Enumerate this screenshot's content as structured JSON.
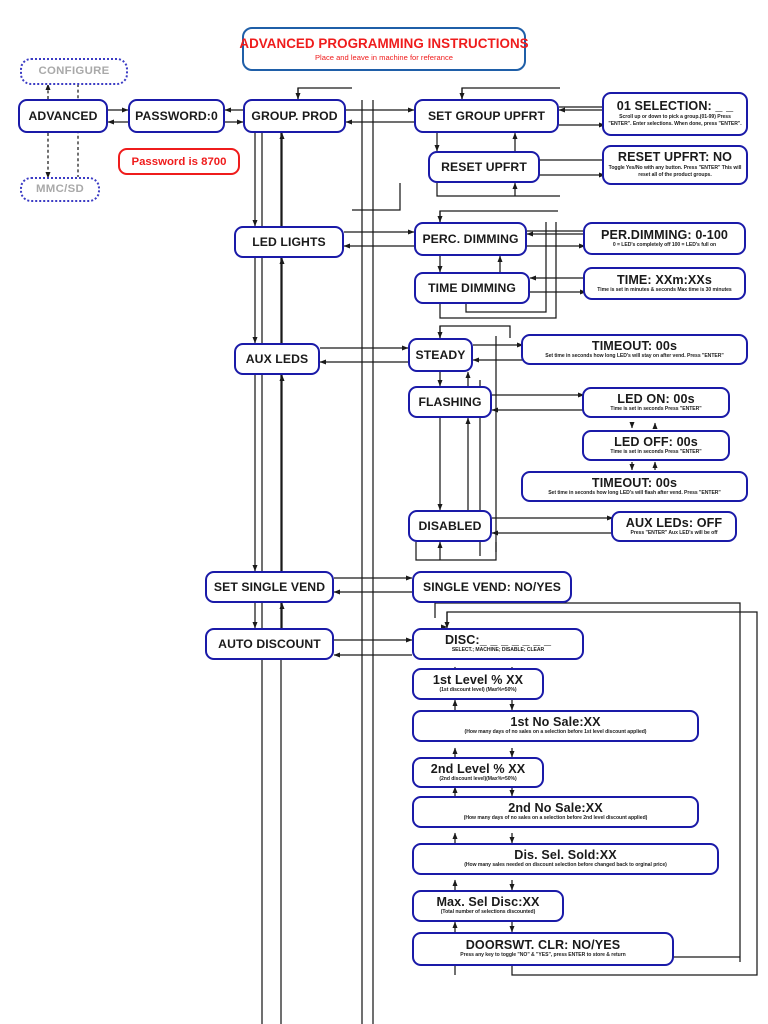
{
  "title": {
    "line1": "ADVANCED PROGRAMMING INSTRUCTIONS",
    "line2": "Place and leave in machine for referance"
  },
  "note": {
    "text": "Password is 8700"
  },
  "ghost_nodes": [
    {
      "id": "configure",
      "label": "CONFIGURE"
    },
    {
      "id": "mmcsd",
      "label": "MMC/SD"
    }
  ],
  "main_nodes": [
    {
      "id": "advanced",
      "label": "ADVANCED"
    },
    {
      "id": "password",
      "label": "PASSWORD:0"
    },
    {
      "id": "group_prod",
      "label": "GROUP. PROD"
    },
    {
      "id": "set_group_upfrt",
      "label": "SET GROUP UPFRT"
    },
    {
      "id": "reset_upfrt",
      "label": "RESET UPFRT"
    },
    {
      "id": "led_lights",
      "label": "LED LIGHTS"
    },
    {
      "id": "perc_dimming",
      "label": "PERC. DIMMING"
    },
    {
      "id": "time_dimming",
      "label": "TIME DIMMING"
    },
    {
      "id": "aux_leds",
      "label": "AUX LEDS"
    },
    {
      "id": "steady",
      "label": "STEADY"
    },
    {
      "id": "flashing",
      "label": "FLASHING"
    },
    {
      "id": "disabled",
      "label": "DISABLED"
    },
    {
      "id": "set_single_vend",
      "label": "SET SINGLE VEND"
    },
    {
      "id": "single_vend",
      "label": "SINGLE VEND: NO/YES"
    },
    {
      "id": "auto_discount",
      "label": "AUTO DISCOUNT"
    }
  ],
  "desc_nodes": [
    {
      "id": "selection",
      "title": "01 SELECTION: _ _",
      "sub": "Scroll up or down to pick a group.(01-99) Press \"ENTER\". Enter selections. When done, press \"ENTER\"."
    },
    {
      "id": "reset_upfrt_no",
      "title": "RESET UPFRT: NO",
      "sub": "Toggle Yes/No with any button.  Press \"ENTER\" This will reset all of the product groups."
    },
    {
      "id": "per_dimming",
      "title": "PER.DIMMING: 0-100",
      "sub": "0 = LED's completely off 100 = LED's full on"
    },
    {
      "id": "time_xxm_xxs",
      "title": "TIME: XXm:XXs",
      "sub": "Time is set in minutes & seconds Max time is 30 minutes"
    },
    {
      "id": "timeout_steady",
      "title": "TIMEOUT: 00s",
      "sub": "Set time in seconds how long LED's will stay on after vend. Press \"ENTER\""
    },
    {
      "id": "led_on",
      "title": "LED ON: 00s",
      "sub": "Time is set in seconds Press \"ENTER\""
    },
    {
      "id": "led_off",
      "title": "LED OFF: 00s",
      "sub": "Time is set in seconds Press \"ENTER\""
    },
    {
      "id": "timeout_flash",
      "title": "TIMEOUT: 00s",
      "sub": "Set time in seconds how long LED's will flash after vend. Press \"ENTER\""
    },
    {
      "id": "aux_leds_off",
      "title": "AUX LEDs: OFF",
      "sub": "Press \"ENTER\" Aux LED's will be off"
    },
    {
      "id": "disc",
      "title": "DISC:_ _ _ _ _ _ _",
      "sub": "SELECT.; MACHINE; DISABLE; CLEAR"
    },
    {
      "id": "first_level",
      "title": "1st Level % XX",
      "sub": "(1st discount level) (Max%=50%)"
    },
    {
      "id": "first_no_sale",
      "title": "1st No Sale:XX",
      "sub": "(How many days of no sales on a selection before  1st level discount applied)"
    },
    {
      "id": "second_level",
      "title": "2nd Level % XX",
      "sub": "(2nd discount level)(Max%=50%)"
    },
    {
      "id": "second_no_sale",
      "title": "2nd No Sale:XX",
      "sub": "(How many days of no sales on a selection before 2nd level discount applied)"
    },
    {
      "id": "dis_sel_sold",
      "title": "Dis. Sel. Sold:XX",
      "sub": "(How many sales needed on discount selection before changed back to orginal price)"
    },
    {
      "id": "max_sel_disc",
      "title": "Max. Sel Disc:XX",
      "sub": "(Total number of selections discounted)"
    },
    {
      "id": "doorswt_clr",
      "title": "DOORSWT. CLR: NO/YES",
      "sub": "Press any key to toggle \"NO\" & \"YES\", press ENTER to store & return"
    }
  ],
  "colors": {
    "node_border": "#1a1aa8",
    "title_border": "#1f5fa8",
    "title_text": "#ef1c1c",
    "note_border": "#ef1c1c",
    "ghost_text": "#a9a9a9",
    "ghost_border": "#3b3bc4",
    "wire": "#1a1a1a",
    "background": "#ffffff"
  }
}
